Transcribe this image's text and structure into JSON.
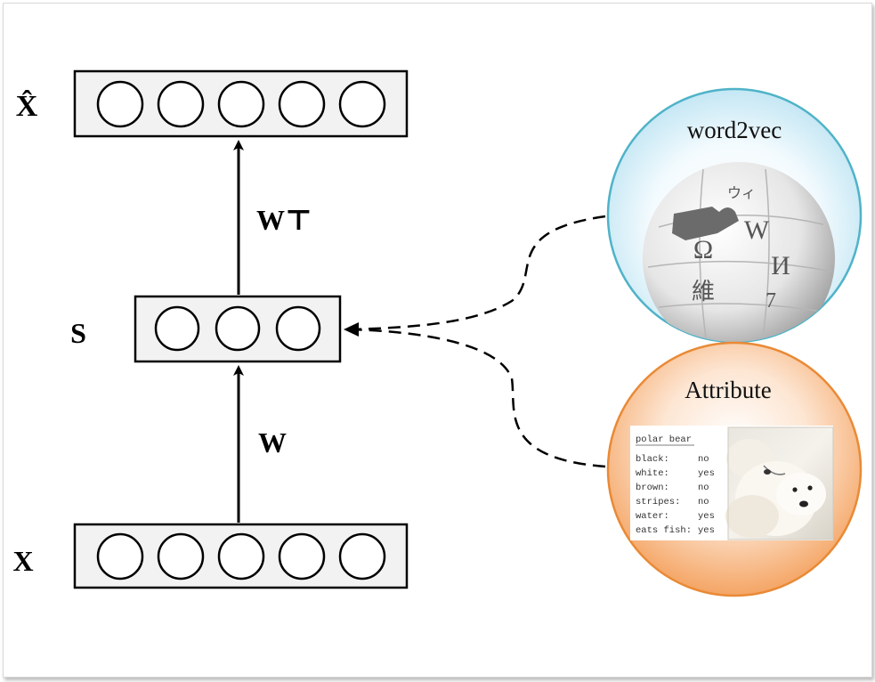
{
  "labels": {
    "x_hat": "X̂",
    "weight_transpose": "W⊤",
    "semantic": "S",
    "weight": "W",
    "x": "X"
  },
  "layers": {
    "output_units": 5,
    "hidden_units": 3,
    "input_units": 5
  },
  "sources": {
    "word2vec": {
      "title": "word2vec",
      "icon": "wikipedia-globe-icon",
      "glyphs": [
        "Ω",
        "W",
        "И",
        "維",
        "ウィ",
        "7"
      ]
    },
    "attribute": {
      "title": "Attribute",
      "table_title": "polar bear",
      "rows": [
        {
          "key": "black:",
          "value": "no"
        },
        {
          "key": "white:",
          "value": "yes"
        },
        {
          "key": "brown:",
          "value": "no"
        },
        {
          "key": "stripes:",
          "value": "no"
        },
        {
          "key": "water:",
          "value": "yes"
        },
        {
          "key": "eats fish:",
          "value": "yes"
        }
      ],
      "image": "polar-bear-photo"
    }
  },
  "colors": {
    "word2vec_border": "#4fb3c8",
    "word2vec_fill": "#d4eef8",
    "attribute_border": "#e98a36",
    "attribute_fill": "#f6b07a",
    "layer_fill": "#f2f2f2"
  }
}
